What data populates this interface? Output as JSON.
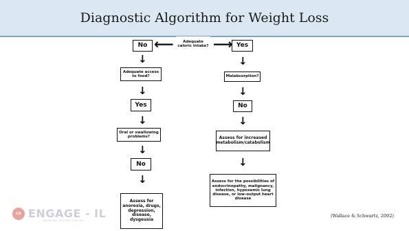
{
  "slide": {
    "title": "Diagnostic Algorithm for Weight Loss",
    "citation": "(Wallace & Schwartz, 2002)"
  },
  "logo": {
    "icon_text": "ce",
    "name": "ENGAGE - IL",
    "tagline": "ENHANCING GERIATRIC CARE IN IL"
  },
  "flowchart": {
    "start": "Adequate caloric intake?",
    "left": {
      "no": "No",
      "q1": "Adequate access to food?",
      "yes": "Yes",
      "q2": "Oral or swallowing problems?",
      "no2": "No",
      "outcome": "Assess for anorexia, drugs, depression, disease, dysgeusia"
    },
    "right": {
      "yes": "Yes",
      "q1": "Malabsorption?",
      "no": "No",
      "assess": "Assess for increased metabolism/catabolism",
      "outcome": "Assess for the possibilities of endocrinopathy, malignancy, infection, hypoxemic lung disease, or low-output heart disease"
    },
    "arrow_down": "↓",
    "arrow_left": "⟵",
    "arrow_right": "⟶"
  }
}
